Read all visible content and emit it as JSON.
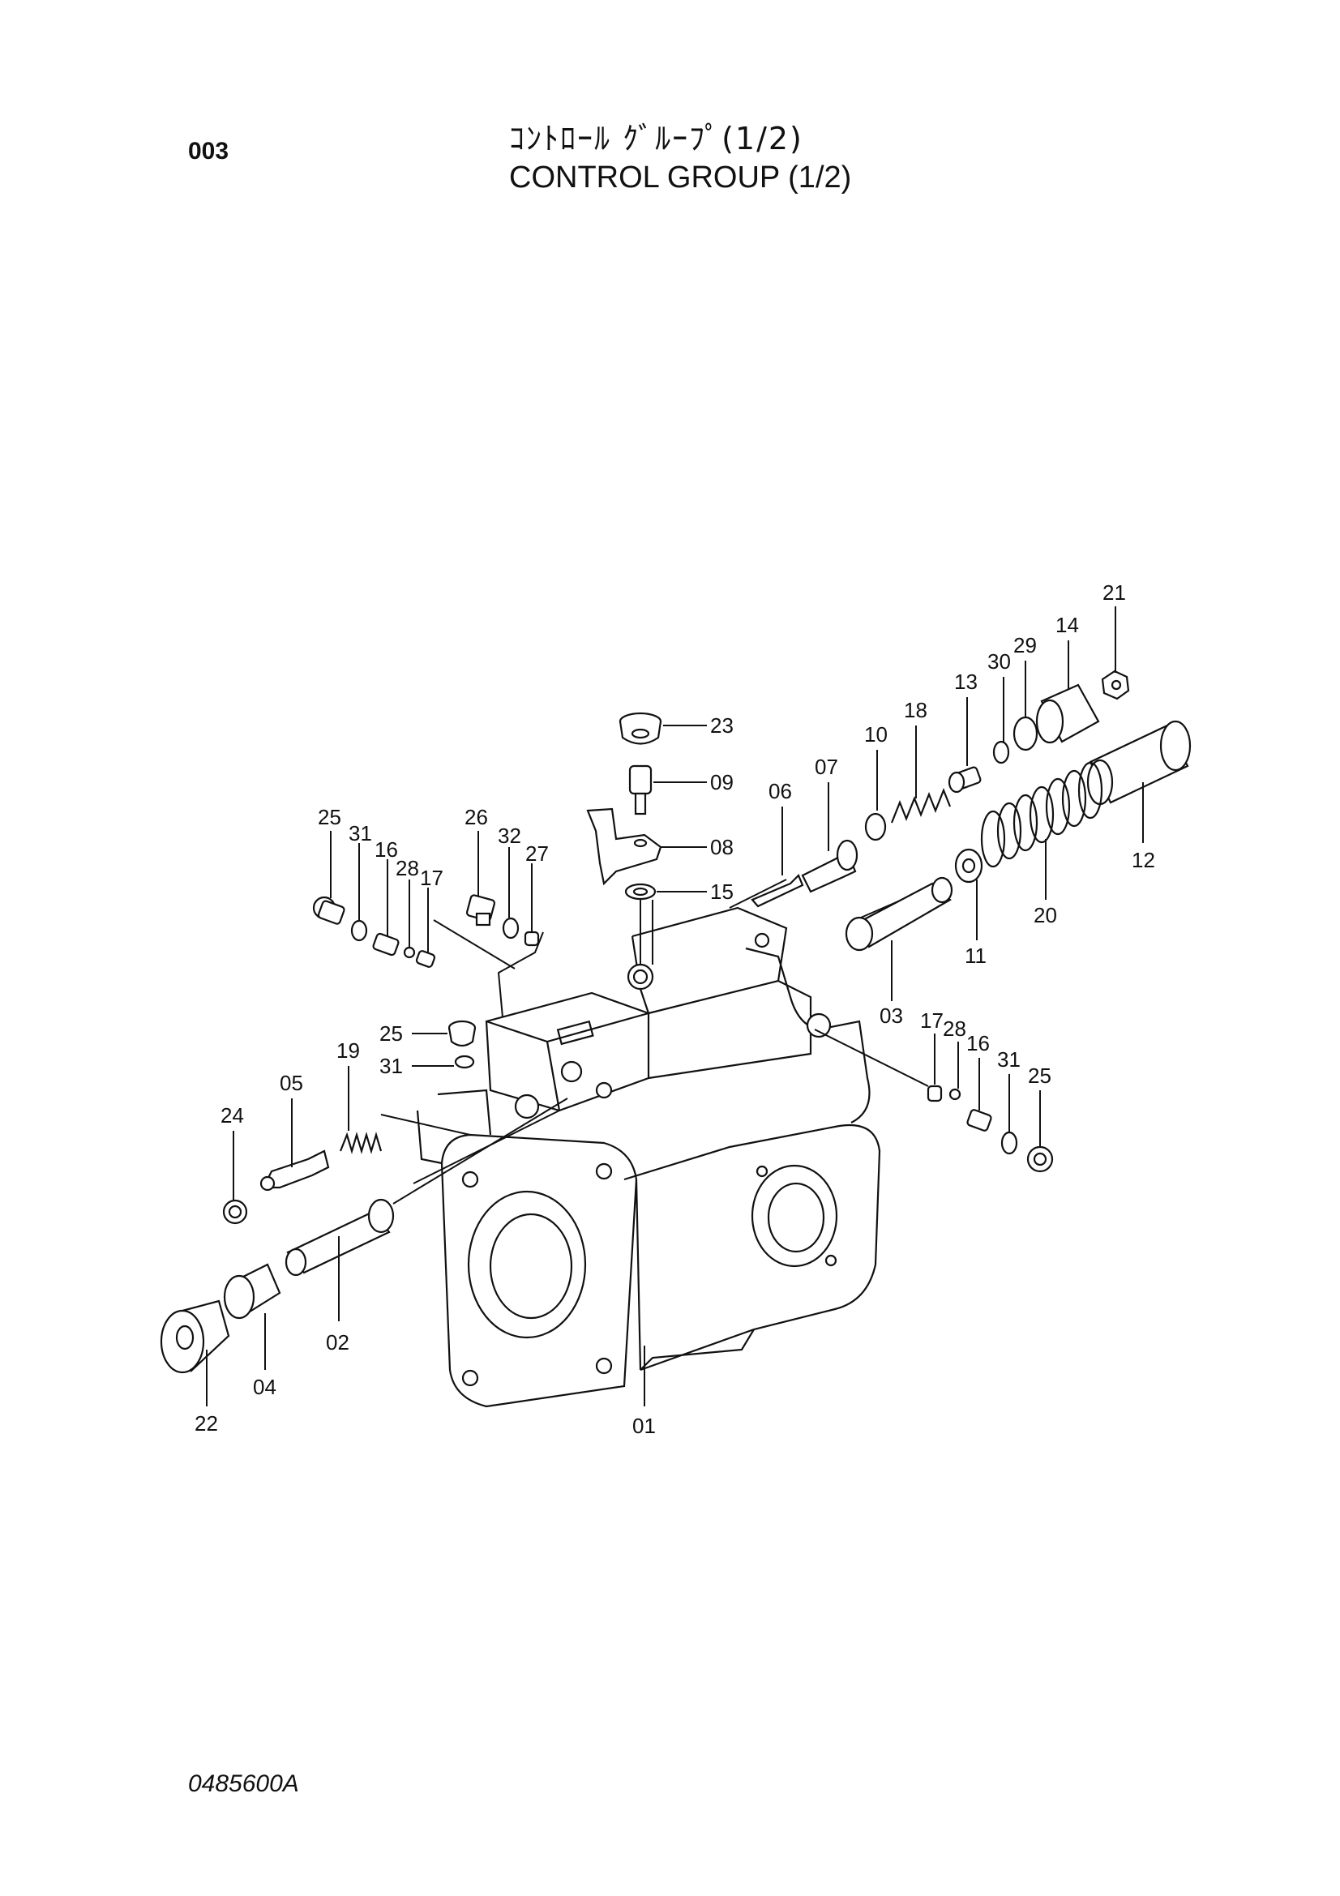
{
  "header": {
    "page_number": "003",
    "title_jp": "ｺﾝﾄﾛｰﾙ ｸﾞﾙｰﾌﾟ(1/2)",
    "title_en": "CONTROL GROUP (1/2)"
  },
  "footer": {
    "drawing_code": "0485600A"
  },
  "callouts": {
    "c01": "01",
    "c02": "02",
    "c03": "03",
    "c04": "04",
    "c05": "05",
    "c06": "06",
    "c07": "07",
    "c08": "08",
    "c09": "09",
    "c10": "10",
    "c11": "11",
    "c12": "12",
    "c13": "13",
    "c14": "14",
    "c15": "15",
    "c16a": "16",
    "c16b": "16",
    "c17a": "17",
    "c17b": "17",
    "c18": "18",
    "c19": "19",
    "c20": "20",
    "c21": "21",
    "c22": "22",
    "c23": "23",
    "c24": "24",
    "c25a": "25",
    "c25b": "25",
    "c25c": "25",
    "c26": "26",
    "c27": "27",
    "c28a": "28",
    "c28b": "28",
    "c29": "29",
    "c30": "30",
    "c31a": "31",
    "c31b": "31",
    "c31c": "31",
    "c32": "32"
  }
}
